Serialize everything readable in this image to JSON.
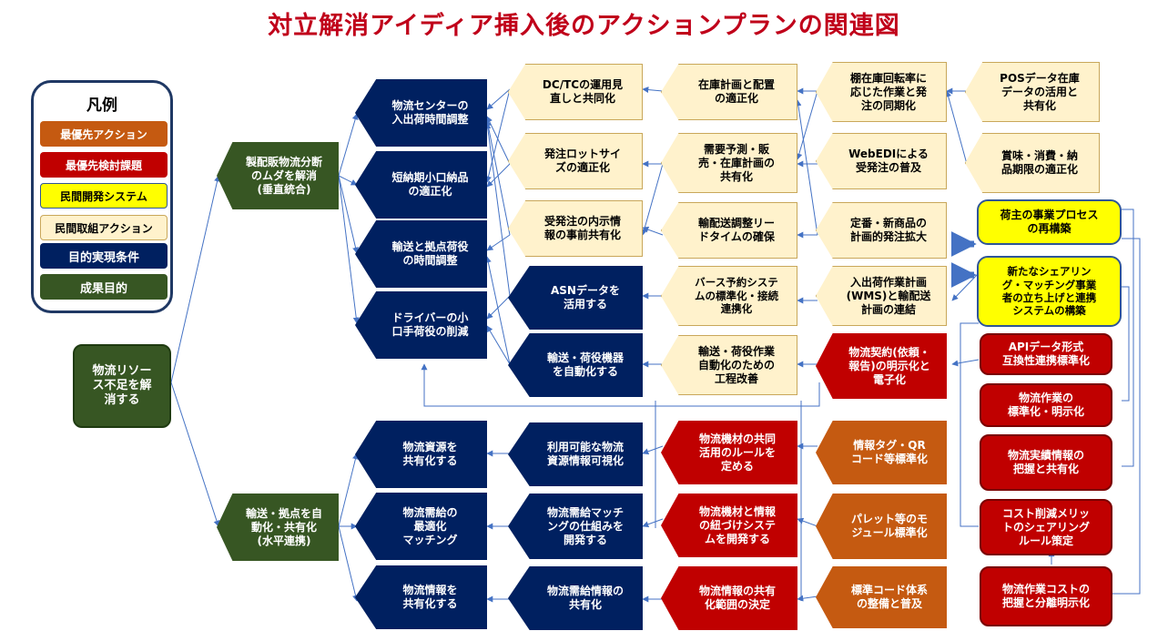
{
  "title": "対立解消アイディア挿入後のアクションプランの関連図",
  "legend": {
    "title": "凡例",
    "items": [
      {
        "label": "最優先アクション",
        "color": "#c55a11"
      },
      {
        "label": "最優先検討課題",
        "color": "#c00000"
      },
      {
        "label": "民間開発システム",
        "color": "#ffff00"
      },
      {
        "label": "民間取組アクション",
        "color": "#fff2cc"
      },
      {
        "label": "目的実現条件",
        "color": "#002060"
      },
      {
        "label": "成果目的",
        "color": "#375623"
      }
    ]
  },
  "nodes": {
    "root": "物流リソー\nス不足を解\n消する",
    "goal_vertical": "製配販物流分断\nのムダを解消\n(垂直統合)",
    "goal_horizontal": "輸送・拠点を自\n動化・共有化\n(水平連携)",
    "cond_center_time": "物流センターの\n入出荷時間調整",
    "cond_short_delivery": "短納期小口納品\nの適正化",
    "cond_transport_time": "輸送と拠点荷役\nの時間調整",
    "cond_driver": "ドライバーの小\n口手荷役の削減",
    "cond_share_resource": "物流資源を\n共有化する",
    "cond_matching": "物流需給の\n最適化\nマッチング",
    "cond_share_info": "物流情報を\n共有化する",
    "asn": "ASNデータを\n活用する",
    "automate_equipment": "輸送・荷役機器\nを自動化する",
    "visualize_resource": "利用可能な物流\n資源情報可視化",
    "develop_matching": "物流需給マッチ\nングの仕組みを\n開発する",
    "share_supply_info": "物流需給情報の\n共有化",
    "dctc": "DC/TCの運用見\n直しと共同化",
    "lot_size": "発注ロットサイ\nズの適正化",
    "order_info": "受発注の内示情\n報の事前共有化",
    "inventory_plan": "在庫計画と配置\nの適正化",
    "demand_forecast": "需要予測・販\n売・在庫計画の\n共有化",
    "lead_time": "輸配送調整リー\nドタイムの確保",
    "berth": "バース予約システ\nムの標準化・接続\n連携化",
    "process_improve": "輸送・荷役作業\n自動化のための\n工程改善",
    "turnover": "棚在庫回転率に\n応じた作業と発\n注の同期化",
    "webedi": "WebEDIによる\n受発注の普及",
    "new_product": "定番・新商品の\n計画的発注拡大",
    "wms": "入出荷作業計画\n(WMS)と輸配送\n計画の連結",
    "pos": "POSデータ在庫\nデータの活用と\n共有化",
    "expiry": "賞味・消費・納\n品期限の適正化",
    "contract": "物流契約(依頼・\n報告)の明示化と\n電子化",
    "equip_rule": "物流機材の共同\n活用のルールを\n定める",
    "equip_system": "物流機材と情報\nの紐づけシステ\nムを開発する",
    "info_scope": "物流情報の共有\n化範囲の決定",
    "info_tag": "情報タグ・QR\nコード等標準化",
    "pallet": "パレット等のモ\nジュール標準化",
    "std_code": "標準コード体系\nの整備と普及",
    "business_process": "荷主の事業プロセス\nの再構築",
    "sharing_platform": "新たなシェアリン\nグ・マッチング事業\n者の立ち上げと連携\nシステムの構築",
    "api": "APIデータ形式\n互換性連携標準化",
    "work_std": "物流作業の\n標準化・明示化",
    "results_info": "物流実績情報の\n把握と共有化",
    "cost_sharing": "コスト削減メリッ\nトのシェアリング\nルール策定",
    "cost_clarify": "物流作業コストの\n把握と分離明示化"
  }
}
